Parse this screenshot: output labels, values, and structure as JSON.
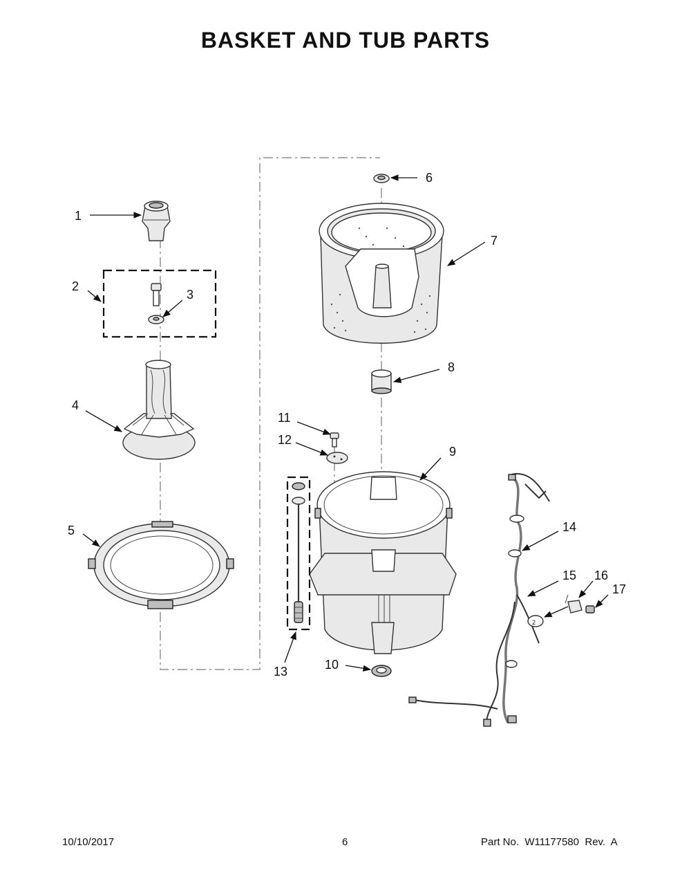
{
  "title": "BASKET AND TUB PARTS",
  "footer": {
    "date": "10/10/2017",
    "page": "6",
    "part_no": "Part No.  W11177580  Rev.  A"
  },
  "callouts": {
    "c1": "1",
    "c2": "2",
    "c3": "3",
    "c4": "4",
    "c5": "5",
    "c6": "6",
    "c7": "7",
    "c8": "8",
    "c9": "9",
    "c10": "10",
    "c11": "11",
    "c12": "12",
    "c13": "13",
    "c14": "14",
    "c15": "15",
    "c16": "16",
    "c17": "17"
  },
  "part_labels": {
    "clip_tag": "2"
  }
}
